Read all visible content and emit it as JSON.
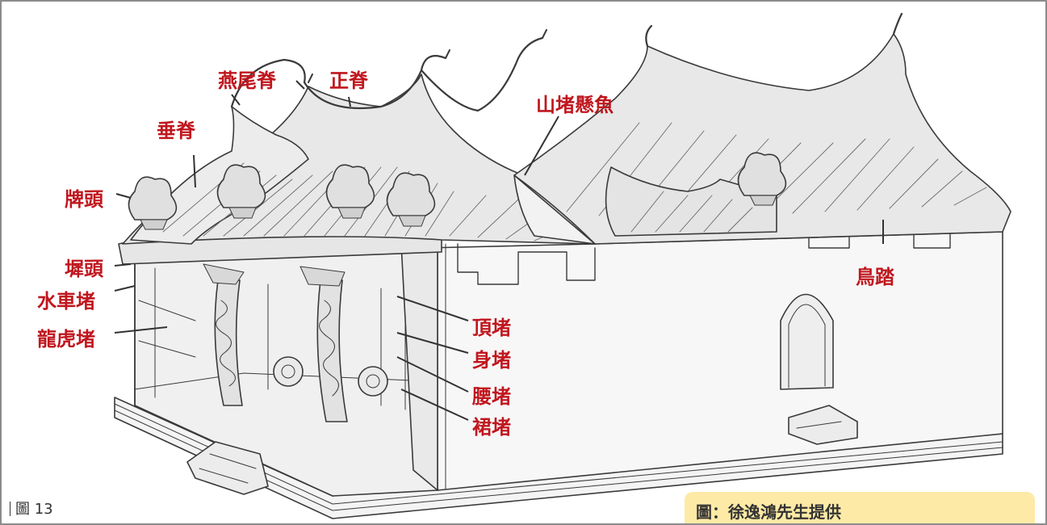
{
  "labels": {
    "yanweiji": "燕尾脊",
    "zhengji": "正脊",
    "chuiji": "垂脊",
    "paitou": "牌頭",
    "xitou": "墀頭",
    "shuichedu": "水車堵",
    "longhudu": "龍虎堵",
    "shandu": "山堵懸魚",
    "niaota": "鳥踏",
    "dingdu": "頂堵",
    "shendu": "身堵",
    "yaodu": "腰堵",
    "qundu": "裙堵"
  },
  "caption": "圖 13",
  "credit": "圖：徐逸鴻先生提供",
  "colors": {
    "label": "#c0161e",
    "credit_bg": "#fdeaa6",
    "frame": "#8c8c8c"
  }
}
